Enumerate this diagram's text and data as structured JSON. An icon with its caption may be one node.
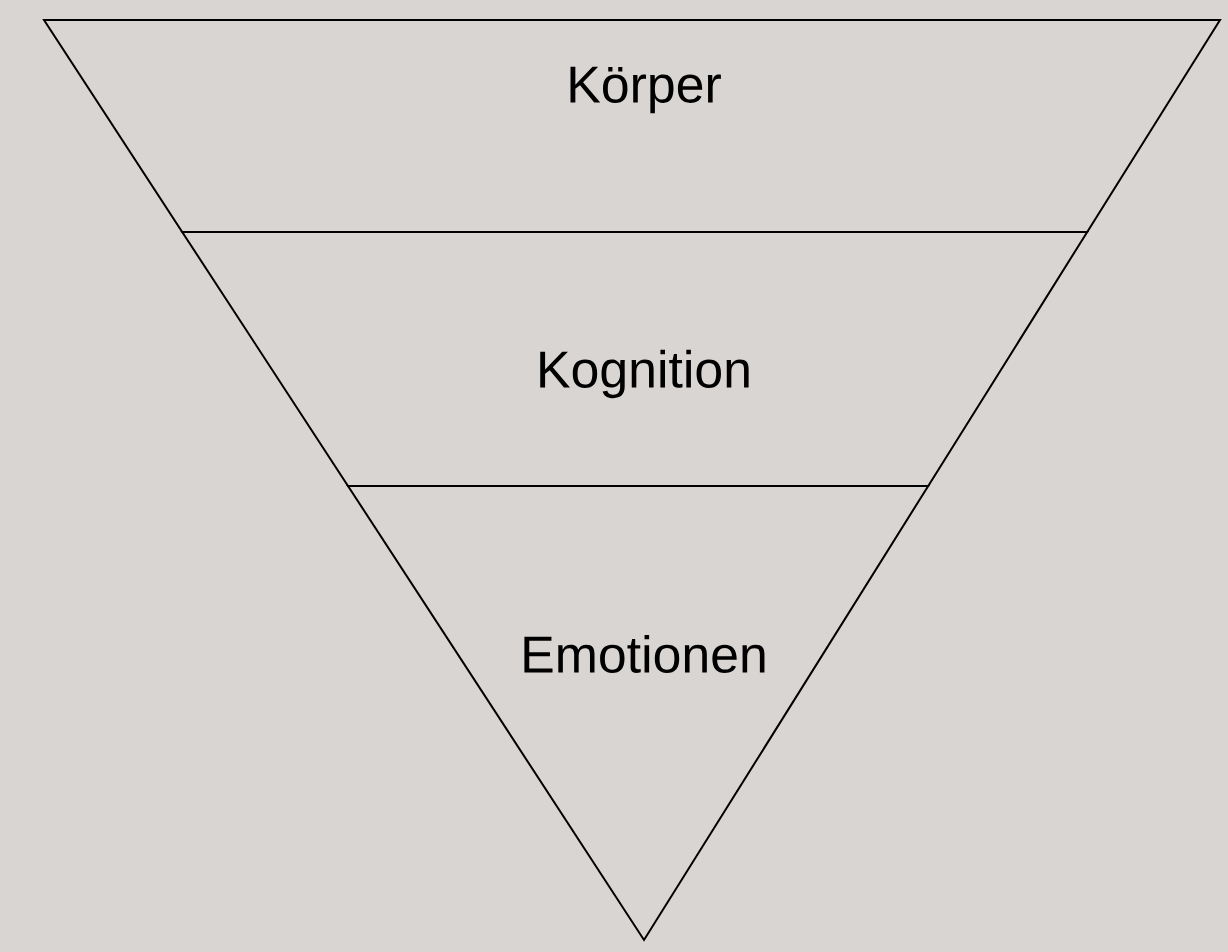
{
  "diagram": {
    "nodes": [
      {
        "text": [
          "Körper"
        ]
      },
      {
        "text": [
          "Kognition"
        ]
      },
      {
        "text": [
          "Emotionen"
        ]
      }
    ]
  }
}
